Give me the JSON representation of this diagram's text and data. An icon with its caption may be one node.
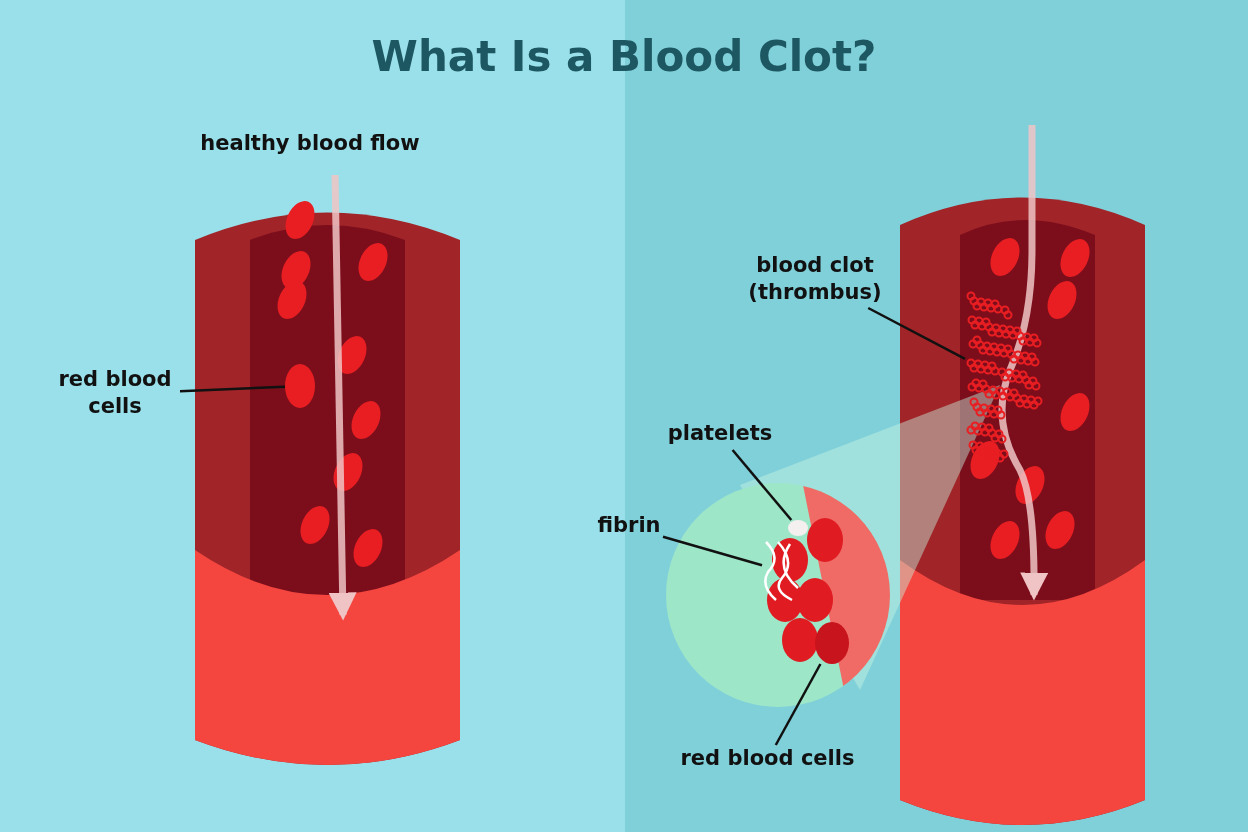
{
  "diagram": {
    "title": "What Is a Blood Clot?",
    "nodes": [
      {
        "text": [
          "red blood cells"
        ]
      },
      {
        "text": [],
        "shape": "circle"
      },
      {
        "text": [
          "blood clot (thrombus)"
        ]
      },
      {
        "text": [],
        "shape": "picture"
      },
      {
        "text": [
          "platelets"
        ]
      },
      {
        "text": [],
        "shape": "circle"
      },
      {
        "text": [
          "fibrin"
        ]
      },
      {
        "text": [],
        "shape": "picture"
      },
      {
        "text": [
          "red blood cells"
        ]
      },
      {
        "text": [],
        "shape": "circle"
      }
    ],
    "edges": [
      {
        "from": 0,
        "to": 1,
        "arrow": "none"
      },
      {
        "from": 2,
        "to": 3,
        "arrow": "none"
      },
      {
        "from": 4,
        "to": 5,
        "arrow": "none"
      },
      {
        "from": 6,
        "to": 7,
        "arrow": "none"
      },
      {
        "from": 8,
        "to": 9,
        "arrow": "none"
      }
    ],
    "labels": [
      "healthy blood flow"
    ]
  }
}
